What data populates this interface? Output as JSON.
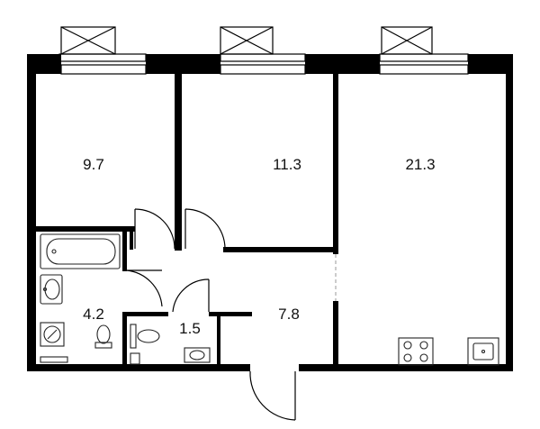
{
  "rooms": {
    "bedroom_left": {
      "area": "9.7"
    },
    "bedroom_middle": {
      "area": "11.3"
    },
    "living_kitchen": {
      "area": "21.3"
    },
    "bathroom": {
      "area": "4.2"
    },
    "toilet": {
      "area": "1.5"
    },
    "hallway": {
      "area": "7.8"
    }
  },
  "icons": {
    "window": "window-icon",
    "bathtub": "bathtub-icon",
    "sink": "sink-icon",
    "washer": "washing-machine-icon",
    "toilet": "toilet-icon",
    "stove": "stove-icon",
    "kitchen_sink": "kitchen-sink-icon"
  },
  "colors": {
    "wall": "#000000",
    "background": "#ffffff"
  }
}
